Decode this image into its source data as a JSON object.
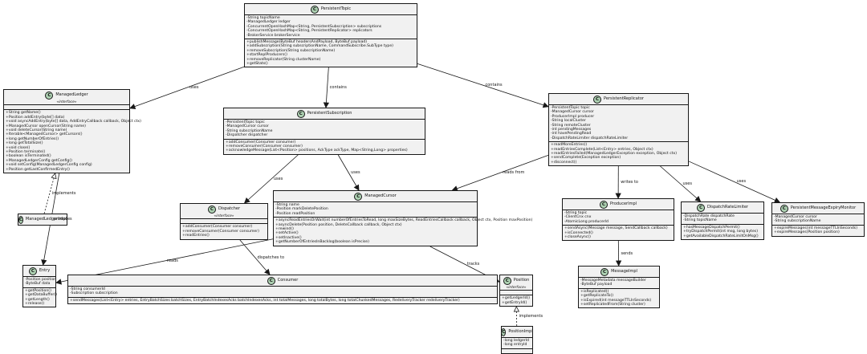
{
  "classes": [
    {
      "id": "persistent-topic",
      "name": "PersistentTopic",
      "fields": [
        "-String topicName",
        "-ManagedLedger ledger",
        "-ConcurrentOpenHashMap<String, PersistentSubscription> subscriptions",
        "-ConcurrentOpenHashMap<String, PersistentReplicator> replicators",
        "-BrokerService brokerService"
      ],
      "methods": [
        "+publishMessage(ByteBuf headersAndPayload, ByteBuf payload)",
        "+addSubscription(String subscriptionName, CommandSubscribe.SubType type)",
        "+removeSubscription(String subscriptionName)",
        "+startReplProducers()",
        "+removeReplicator(String clusterName)",
        "+getStats()"
      ]
    },
    {
      "id": "managed-ledger",
      "name": "ManagedLedger",
      "stereotype": "«interface»",
      "fields": [],
      "methods": [
        "+String getName()",
        "+Position addEntry(byte[] data)",
        "+void asyncAddEntry(byte[] data, AddEntryCallback callback, Object ctx)",
        "+ManagedCursor openCursor(String name)",
        "+void deleteCursor(String name)",
        "+Iterable<ManagedCursor> getCursors()",
        "+long getNumberOfEntries()",
        "+long getTotalSize()",
        "+void close()",
        "+Position terminate()",
        "+boolean isTerminated()",
        "+ManagedLedgerConfig getConfig()",
        "+void setConfig(ManagedLedgerConfig config)",
        "+Position getLastConfirmedEntry()"
      ]
    },
    {
      "id": "persistent-subscription",
      "name": "PersistentSubscription",
      "fields": [
        "-PersistentTopic topic",
        "-ManagedCursor cursor",
        "-String subscriptionName",
        "-Dispatcher dispatcher"
      ],
      "methods": [
        "+addConsumer(Consumer consumer)",
        "+removeConsumer(Consumer consumer)",
        "+acknowledgeMessage(List<Position> positions, AckType ackType, Map<String,Long> properties)"
      ]
    },
    {
      "id": "persistent-replicator",
      "name": "PersistentReplicator",
      "fields": [
        "-PersistentTopic topic",
        "-ManagedCursor cursor",
        "-ProducerImpl producer",
        "-String localCluster",
        "-String remoteCluster",
        "-int pendingMessages",
        "-int havePendingRead",
        "-DispatchRateLimiter dispatchRateLimiter"
      ],
      "methods": [
        "+readMoreEntries()",
        "+readEntriesComplete(List<Entry> entries, Object ctx)",
        "+readEntriesFailed(ManagedLedgerException exception, Object ctx)",
        "+sendComplete(Exception exception)",
        "+disconnect()"
      ]
    },
    {
      "id": "managed-ledger-impl",
      "name": "ManagedLedgerImpl",
      "headerOnly": true
    },
    {
      "id": "dispatcher",
      "name": "Dispatcher",
      "stereotype": "«interface»",
      "fields": [],
      "methods": [
        "+addConsumer(Consumer consumer)",
        "+removeConsumer(Consumer consumer)",
        "+readEntries()"
      ]
    },
    {
      "id": "managed-cursor",
      "name": "ManagedCursor",
      "fields": [
        "-String name",
        "-Position markDeletePosition",
        "-Position readPosition"
      ],
      "methods": [
        "+asyncReadEntriesOrWait(int numberOfEntriesToRead, long maxSizeBytes, ReadEntriesCallback callback, Object ctx, Position maxPosition)",
        "+asyncDelete(Position position, DeleteCallback callback, Object ctx)",
        "+rewind()",
        "+setActive()",
        "+setInactive()",
        "+getNumberOfEntriesInBacklog(boolean isPrecise)"
      ]
    },
    {
      "id": "producer-impl",
      "name": "ProducerImpl",
      "fields": [
        "-String topic",
        "-ClientCnx cnx",
        "-AtomicLong producerId"
      ],
      "methods": [
        "+sendAsync(Message message, SendCallback callback)",
        "+isConnected()",
        "+closeAsync()"
      ]
    },
    {
      "id": "dispatch-rate-limiter",
      "name": "DispatchRateLimiter",
      "fields": [
        "-DispatchRate dispatchRate",
        "-String topicName"
      ],
      "methods": [
        "+hasMessageDispatchPermit()",
        "+tryDispatchPermit(int msg, long bytes)",
        "+getAvailableDispatchRateLimitOnMsg()"
      ]
    },
    {
      "id": "persistent-message-expiry-monitor",
      "name": "PersistentMessageExpiryMonitor",
      "fields": [
        "-ManagedCursor cursor",
        "-String subscriptionName"
      ],
      "methods": [
        "+expireMessages(int messageTTLInSeconds)",
        "+expireMessages(Position position)"
      ]
    },
    {
      "id": "entry",
      "name": "Entry",
      "fields": [
        "-Position position",
        "-ByteBuf data"
      ],
      "methods": [
        "+getPosition()",
        "+getDataBuffer()",
        "+getLength()",
        "+release()"
      ]
    },
    {
      "id": "consumer",
      "name": "Consumer",
      "fields": [
        "-String consumerId",
        "-Subscription subscription"
      ],
      "methods": [
        "+sendMessages(List<Entry> entries, EntryBatchSizes batchSizes, EntryBatchIndexesAcks batchIndexesAcks, int totalMessages, long totalBytes, long totalChunkedMessages, RedeliveryTracker redeliveryTracker)"
      ]
    },
    {
      "id": "position",
      "name": "Position",
      "stereotype": "«interface»",
      "fields": [],
      "methods": [
        "+getLedgerId()",
        "+getEntryId()"
      ]
    },
    {
      "id": "message-impl",
      "name": "MessageImpl",
      "fields": [
        "-MessageMetadata messageBuilder",
        "-ByteBuf payload"
      ],
      "methods": [
        "+isReplicated()",
        "+getReplicateTo()",
        "+isExpired(int messageTTLInSeconds)",
        "+setReplicatedFrom(String cluster)"
      ]
    },
    {
      "id": "position-impl",
      "name": "PositionImpl",
      "fields": [
        "-long ledgerId",
        "-long entryId"
      ],
      "methods": []
    }
  ],
  "relations": [
    {
      "from": "persistent-topic",
      "to": "managed-ledger",
      "label": "uses",
      "kind": "association"
    },
    {
      "from": "persistent-topic",
      "to": "persistent-subscription",
      "label": "contains",
      "kind": "association"
    },
    {
      "from": "persistent-topic",
      "to": "persistent-replicator",
      "label": "contains",
      "kind": "association"
    },
    {
      "from": "managed-ledger-impl",
      "to": "managed-ledger",
      "label": "implements",
      "kind": "realization"
    },
    {
      "from": "managed-ledger",
      "to": "entry",
      "label": "produces",
      "kind": "association"
    },
    {
      "from": "persistent-subscription",
      "to": "dispatcher",
      "label": "uses",
      "kind": "association"
    },
    {
      "from": "persistent-subscription",
      "to": "managed-cursor",
      "label": "uses",
      "kind": "association"
    },
    {
      "from": "persistent-replicator",
      "to": "managed-cursor",
      "label": "reads from",
      "kind": "association"
    },
    {
      "from": "persistent-replicator",
      "to": "producer-impl",
      "label": "writes to",
      "kind": "association"
    },
    {
      "from": "persistent-replicator",
      "to": "dispatch-rate-limiter",
      "label": "uses",
      "kind": "association"
    },
    {
      "from": "persistent-replicator",
      "to": "persistent-message-expiry-monitor",
      "label": "uses",
      "kind": "association"
    },
    {
      "from": "dispatcher",
      "to": "consumer",
      "label": "dispatches to",
      "kind": "association"
    },
    {
      "from": "managed-cursor",
      "to": "entry",
      "label": "reads",
      "kind": "association"
    },
    {
      "from": "managed-cursor",
      "to": "position",
      "label": "tracks",
      "kind": "association"
    },
    {
      "from": "producer-impl",
      "to": "message-impl",
      "label": "sends",
      "kind": "association"
    },
    {
      "from": "position-impl",
      "to": "position",
      "label": "implements",
      "kind": "realization"
    }
  ]
}
